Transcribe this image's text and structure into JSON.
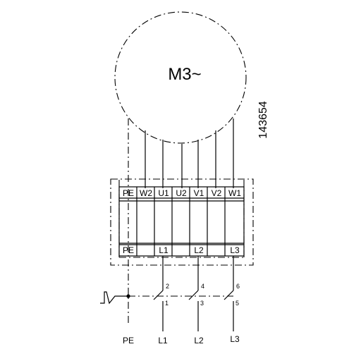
{
  "motor": {
    "label": "M3~"
  },
  "drawing_number": "143654",
  "terminals": {
    "top": [
      "PE",
      "W2",
      "U1",
      "U2",
      "V1",
      "V2",
      "W1"
    ],
    "bottom": [
      "PE",
      "",
      "L1",
      "",
      "L2",
      "",
      "L3"
    ]
  },
  "switch": {
    "upper_contacts": [
      "2",
      "4",
      "6"
    ],
    "lower_contacts": [
      "1",
      "3",
      "5"
    ]
  },
  "supply": [
    "PE",
    "L1",
    "L2",
    "L3"
  ],
  "colors": {
    "line": "#000000",
    "background": "#ffffff"
  }
}
